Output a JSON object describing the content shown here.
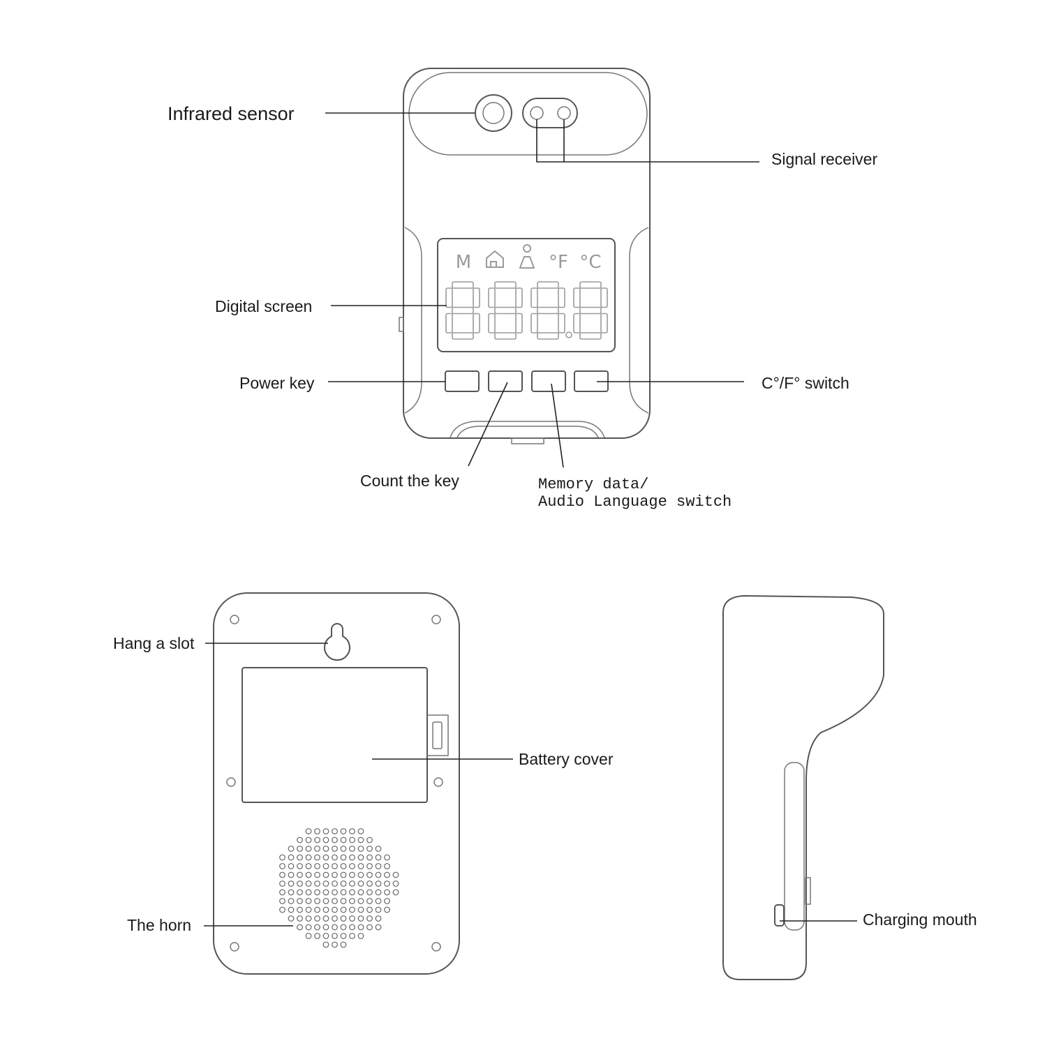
{
  "labels": {
    "infrared_sensor": "Infrared sensor",
    "signal_receiver": "Signal receiver",
    "digital_screen": "Digital screen",
    "power_key": "Power key",
    "cf_switch": "C°/F° switch",
    "count_key": "Count the key",
    "memory_line1": "Memory data/",
    "memory_line2": "Audio Language switch",
    "hang_slot": "Hang a slot",
    "battery_cover": "Battery cover",
    "horn": "The horn",
    "charging_mouth": "Charging mouth"
  },
  "screen_icons": {
    "memory": "M",
    "fahrenheit": "°F",
    "celsius": "°C"
  }
}
